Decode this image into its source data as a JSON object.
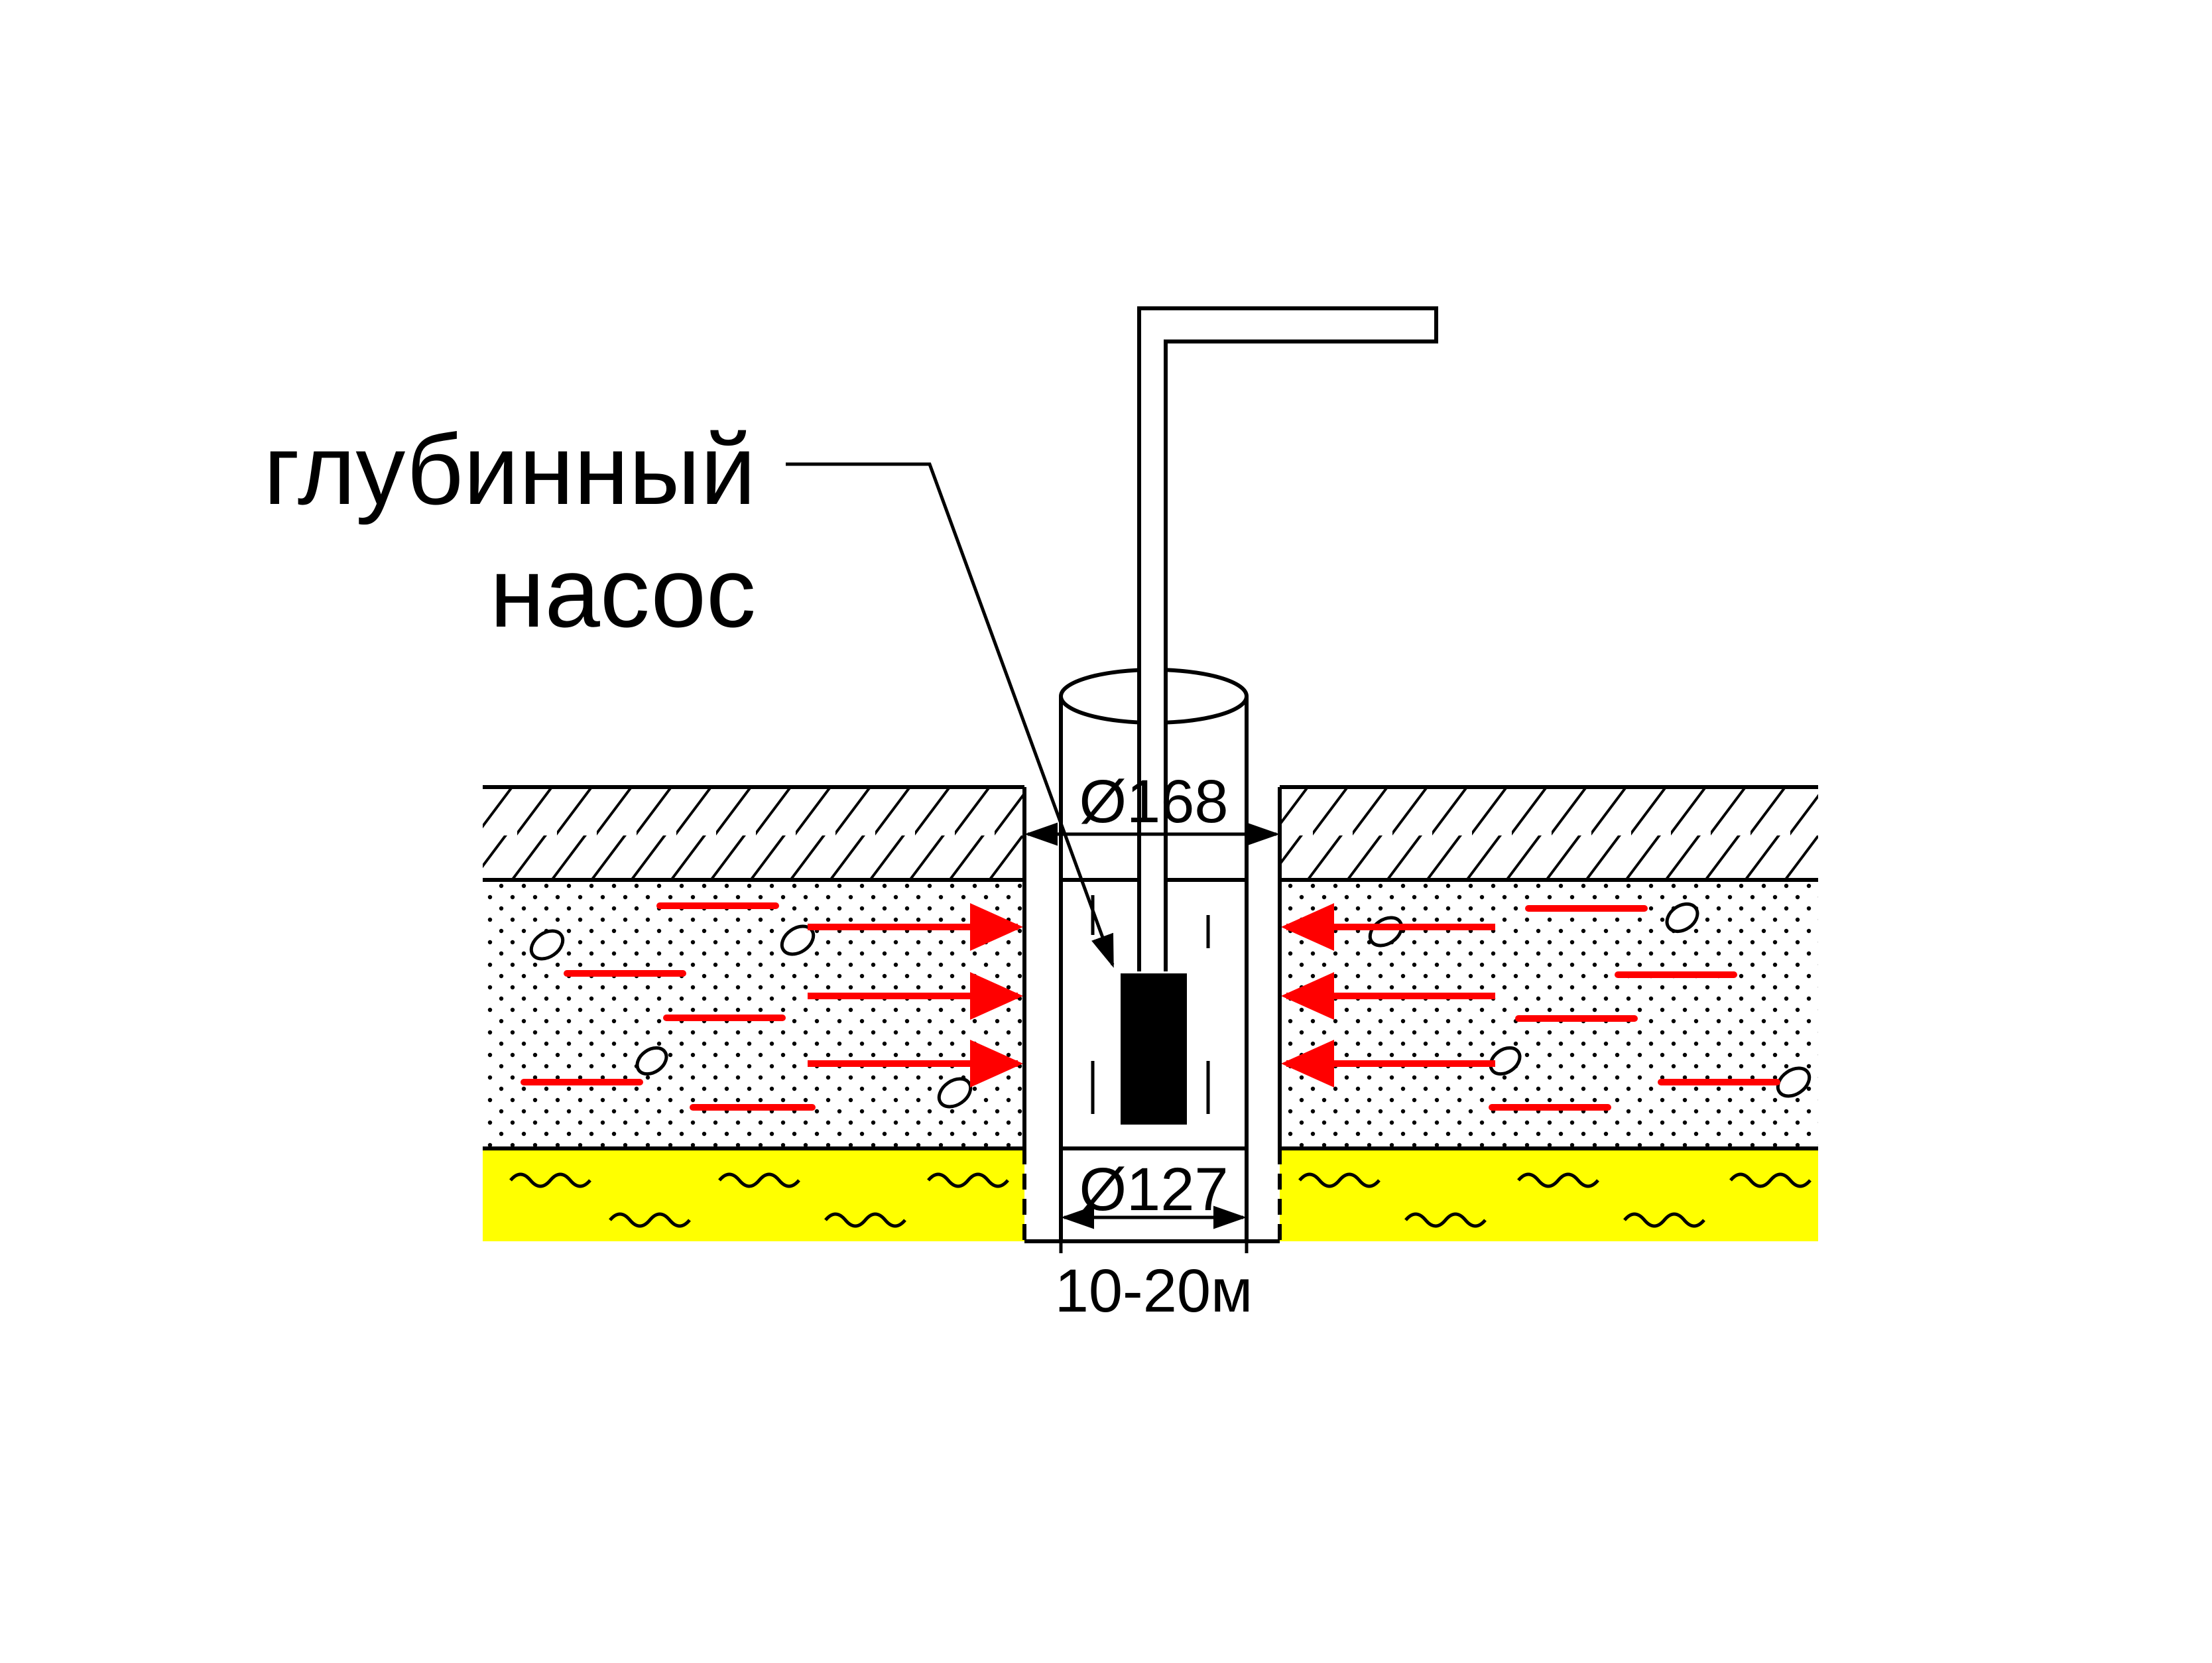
{
  "labels": {
    "pump_line1": "глубинный",
    "pump_line2": "насос",
    "diameter_outer": "Ø168",
    "diameter_inner": "Ø127",
    "depth": "10-20м"
  },
  "colors": {
    "water_flow": "#ff0000",
    "aquifer": "#ffff00",
    "line": "#000000",
    "pump": "#000000",
    "background": "#ffffff"
  },
  "legend_layers": [
    "hatched-topsoil",
    "dotted-sand-with-pebbles",
    "yellow-water-layer"
  ]
}
